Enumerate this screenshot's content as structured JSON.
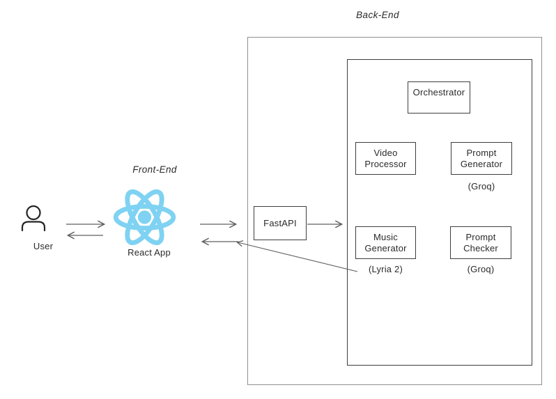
{
  "diagram": {
    "regions": {
      "back_end_label": "Back-End",
      "front_end_label": "Front-End"
    },
    "nodes": {
      "user": {
        "label": "User",
        "icon": "user-icon"
      },
      "react_app": {
        "label": "React App",
        "icon": "react-logo-icon"
      },
      "fastapi": {
        "label": "FastAPI"
      },
      "orchestrator": {
        "label": "Orchestrator"
      },
      "video_processor": {
        "label": "Video Processor"
      },
      "prompt_generator": {
        "label": "Prompt Generator",
        "sublabel": "(Groq)"
      },
      "music_generator": {
        "label": "Music Generator",
        "sublabel": "(Lyria 2)"
      },
      "prompt_checker": {
        "label": "Prompt Checker",
        "sublabel": "(Groq)"
      }
    },
    "connections": [
      {
        "from": "user",
        "to": "react_app",
        "direction": "right"
      },
      {
        "from": "react_app",
        "to": "user",
        "direction": "left"
      },
      {
        "from": "react_app",
        "to": "fastapi",
        "direction": "right"
      },
      {
        "from": "fastapi",
        "to": "react_app",
        "direction": "left"
      },
      {
        "from": "fastapi",
        "to": "backend_components",
        "direction": "right"
      },
      {
        "from": "music_generator",
        "to": "react_app",
        "direction": "diagonal-left"
      }
    ],
    "colors": {
      "react_blue": "#7fd2f2",
      "box_stroke": "#3d3d3d",
      "outer_stroke": "#8f8f8f",
      "arrow": "#5f5f5f",
      "text": "#2a2a2a"
    }
  }
}
